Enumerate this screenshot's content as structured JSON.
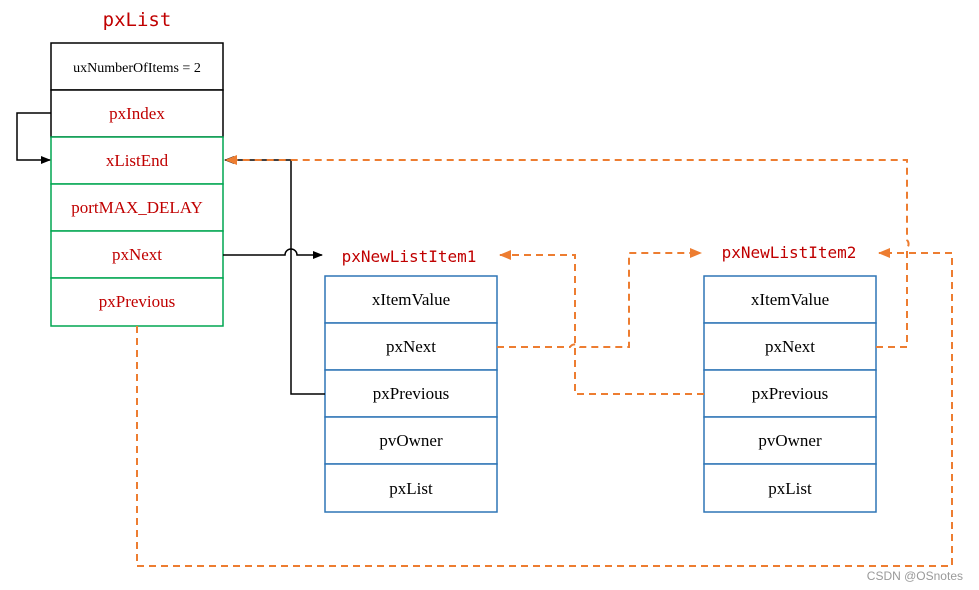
{
  "colors": {
    "red_text": "#c00000",
    "black": "#000000",
    "green": "#00a651",
    "blue": "#2e75b6",
    "orange": "#ed7d31",
    "watermark": "#999999"
  },
  "list": {
    "title": "pxList",
    "fields": {
      "count": "uxNumberOfItems = 2",
      "index": "pxIndex",
      "end": "xListEnd",
      "delay": "portMAX_DELAY",
      "next": "pxNext",
      "previous": "pxPrevious"
    }
  },
  "item1": {
    "title": "pxNewListItem1",
    "fields": {
      "value": "xItemValue",
      "next": "pxNext",
      "previous": "pxPrevious",
      "owner": "pvOwner",
      "list": "pxList"
    }
  },
  "item2": {
    "title": "pxNewListItem2",
    "fields": {
      "value": "xItemValue",
      "next": "pxNext",
      "previous": "pxPrevious",
      "owner": "pvOwner",
      "list": "pxList"
    }
  },
  "watermark": "CSDN @OSnotes"
}
